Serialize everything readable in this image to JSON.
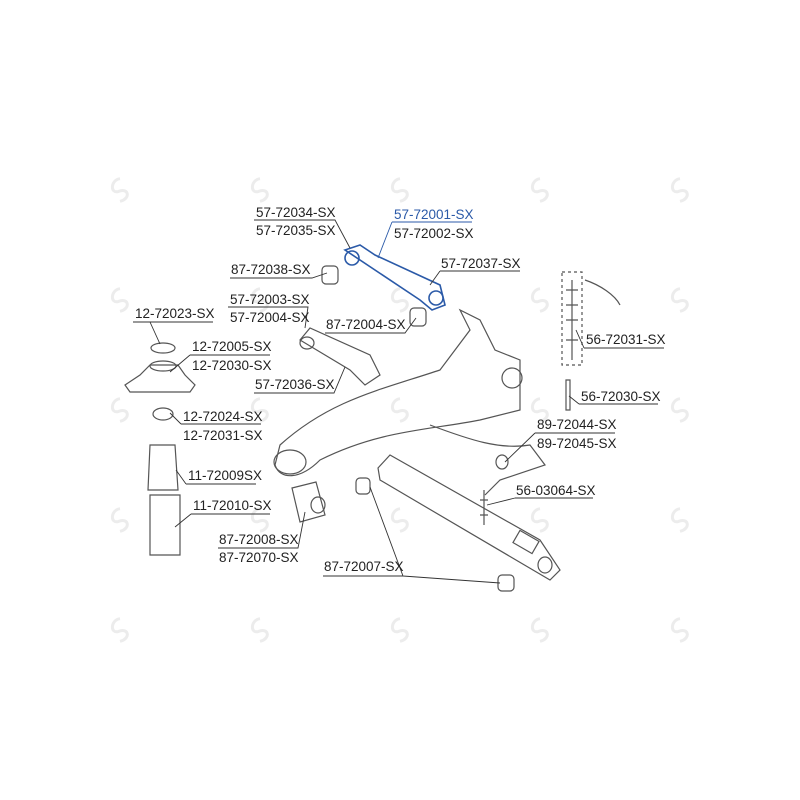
{
  "colors": {
    "highlight": "#2b5aa8",
    "line": "#333333",
    "part": "#555555",
    "watermark": "#e6e6e6"
  },
  "watermark": "STELLOX",
  "labels": {
    "l1": "57-72034-SX",
    "l2": "57-72035-SX",
    "l3": "57-72001-SX",
    "l4": "57-72002-SX",
    "l5": "87-72038-SX",
    "l6": "57-72037-SX",
    "l7": "57-72003-SX",
    "l8": "57-72004-SX",
    "l9": "87-72004-SX",
    "l10": "12-72023-SX",
    "l11": "12-72005-SX",
    "l12": "12-72030-SX",
    "l13": "57-72036-SX",
    "l14": "12-72024-SX",
    "l15": "12-72031-SX",
    "l16": "11-72009SX",
    "l17": "11-72010-SX",
    "l18": "87-72008-SX",
    "l19": "87-72070-SX",
    "l20": "87-72007-SX",
    "l21": "89-72044-SX",
    "l22": "89-72045-SX",
    "l23": "56-03064-SX",
    "l24": "56-72031-SX",
    "l25": "56-72030-SX"
  }
}
